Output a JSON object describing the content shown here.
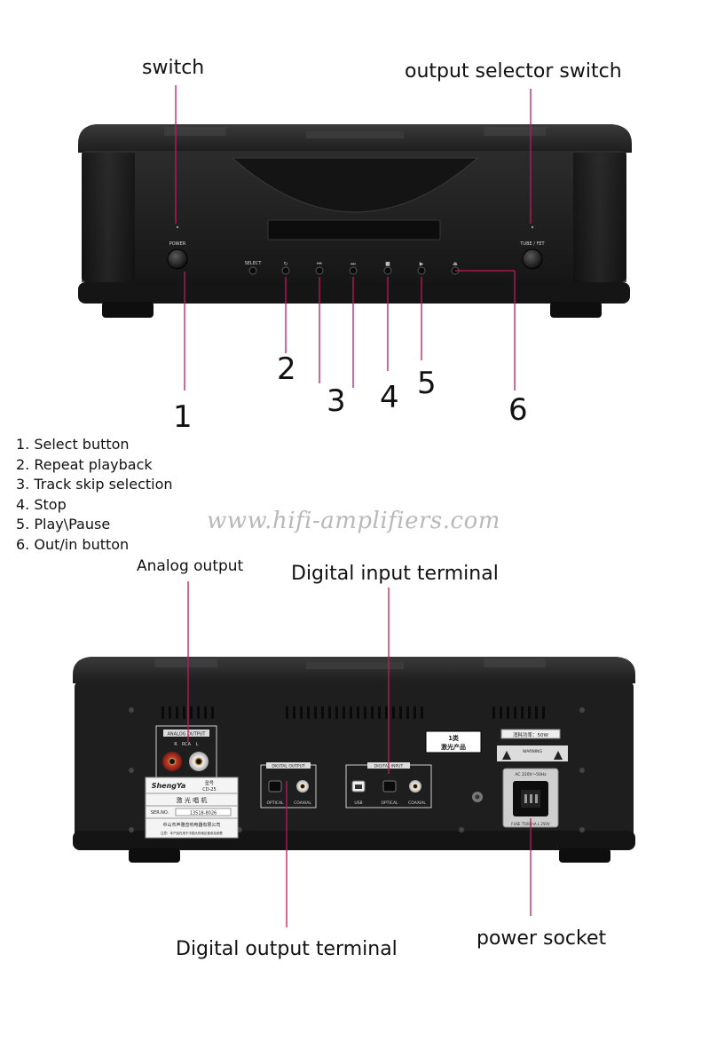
{
  "front": {
    "labels": {
      "switch": "switch",
      "output_selector": "output selector switch"
    },
    "panel_text": {
      "power": "POWER",
      "select": "SELECT",
      "tube_fet": "TUBE / FET"
    },
    "numbers": [
      "1",
      "2",
      "3",
      "4",
      "5",
      "6"
    ]
  },
  "legend": {
    "items": [
      "1. Select button",
      "2. Repeat playback",
      "3. Track skip selection",
      "4. Stop",
      "5. Play\\Pause",
      "6. Out/in button"
    ]
  },
  "watermark": "www.hifi-amplifiers.com",
  "back": {
    "labels": {
      "analog_output": "Analog output",
      "digital_input": "Digital input terminal",
      "digital_output": "Digital output terminal",
      "power_socket": "power socket"
    },
    "panel_text": {
      "analog_output": "ANALOG OUTPUT",
      "rca": "RCA",
      "r": "R",
      "l": "L",
      "brand": "ShengYa",
      "model_prefix": "型号",
      "model": "CD-25",
      "product_name": "激 光 唱 机",
      "ser_no": "SER.NO.",
      "serial": "13518-8026",
      "maker": "中山市声雅音响电器有限公司",
      "note": "注意：本产品在用于中国大陆地区使用及销售",
      "digital_output": "DIGITAL OUTPUT",
      "optical": "OPTICAL",
      "coaxial": "COAXIAL",
      "digital_input": "DIGITAL INPUT",
      "usb": "USB",
      "class_label_1": "1类",
      "class_label_2": "激光产品",
      "power_rating": "消耗功率：50W",
      "warning": "WARNING",
      "ac_rating": "AC 220V～50Hz",
      "fuse": "FUSE T500mA L 250V"
    }
  },
  "colors": {
    "leader_line": "#c2185b",
    "chassis": "#222222",
    "chassis_dark": "#111111",
    "watermark": "#b9b9b9"
  }
}
